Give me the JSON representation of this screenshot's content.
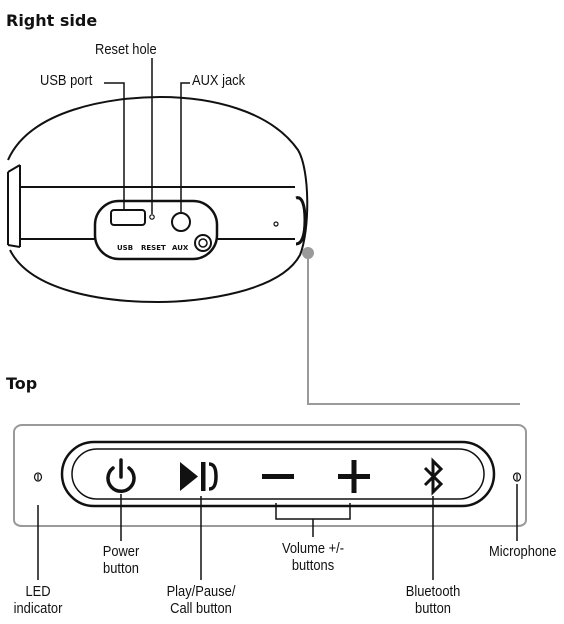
{
  "sections": {
    "right_side": "Right side",
    "top": "Top"
  },
  "side_callouts": {
    "usb_port": "USB port",
    "reset_hole": "Reset hole",
    "aux_jack": "AUX jack"
  },
  "port_printing": {
    "usb": "USB",
    "reset": "RESET",
    "aux": "AUX"
  },
  "top_callouts": {
    "led": [
      "LED",
      "indicator"
    ],
    "power": [
      "Power",
      "button"
    ],
    "play": [
      "Play/Pause/",
      "Call button"
    ],
    "volume": [
      "Volume +/-",
      "buttons"
    ],
    "bluetooth": [
      "Bluetooth",
      "button"
    ],
    "microphone": "Microphone"
  },
  "icons": [
    "power-icon",
    "play-pause-call-icon",
    "volume-minus-icon",
    "volume-plus-icon",
    "bluetooth-icon"
  ],
  "colors": {
    "line": "#111111",
    "leader_gray": "#9a9a9a"
  }
}
